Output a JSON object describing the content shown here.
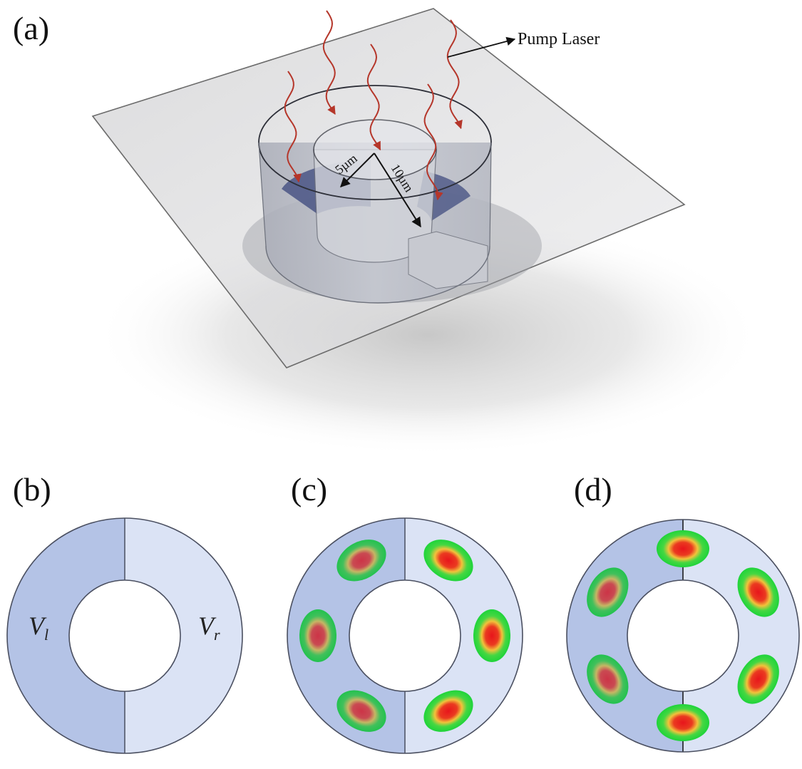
{
  "panels": {
    "a": {
      "label": "(a)",
      "pump_label": "Pump Laser",
      "inner_radius_label": "5µm",
      "outer_radius_label": "10µm"
    },
    "b": {
      "label": "(b)",
      "left_var": "V",
      "left_sub": "l",
      "right_var": "V",
      "right_sub": "r"
    },
    "c": {
      "label": "(c)",
      "spot_count": 6
    },
    "d": {
      "label": "(d)",
      "spot_count": 6
    }
  },
  "colors": {
    "left_half": "#b4c3e6",
    "right_half": "#dbe3f5",
    "ring_outline": "#4a4f60",
    "glass_plate": "#b9b9bb",
    "arrow_red": "#b5362a",
    "mode_core": "#e8151c",
    "mode_edge": "#1ed43a"
  }
}
